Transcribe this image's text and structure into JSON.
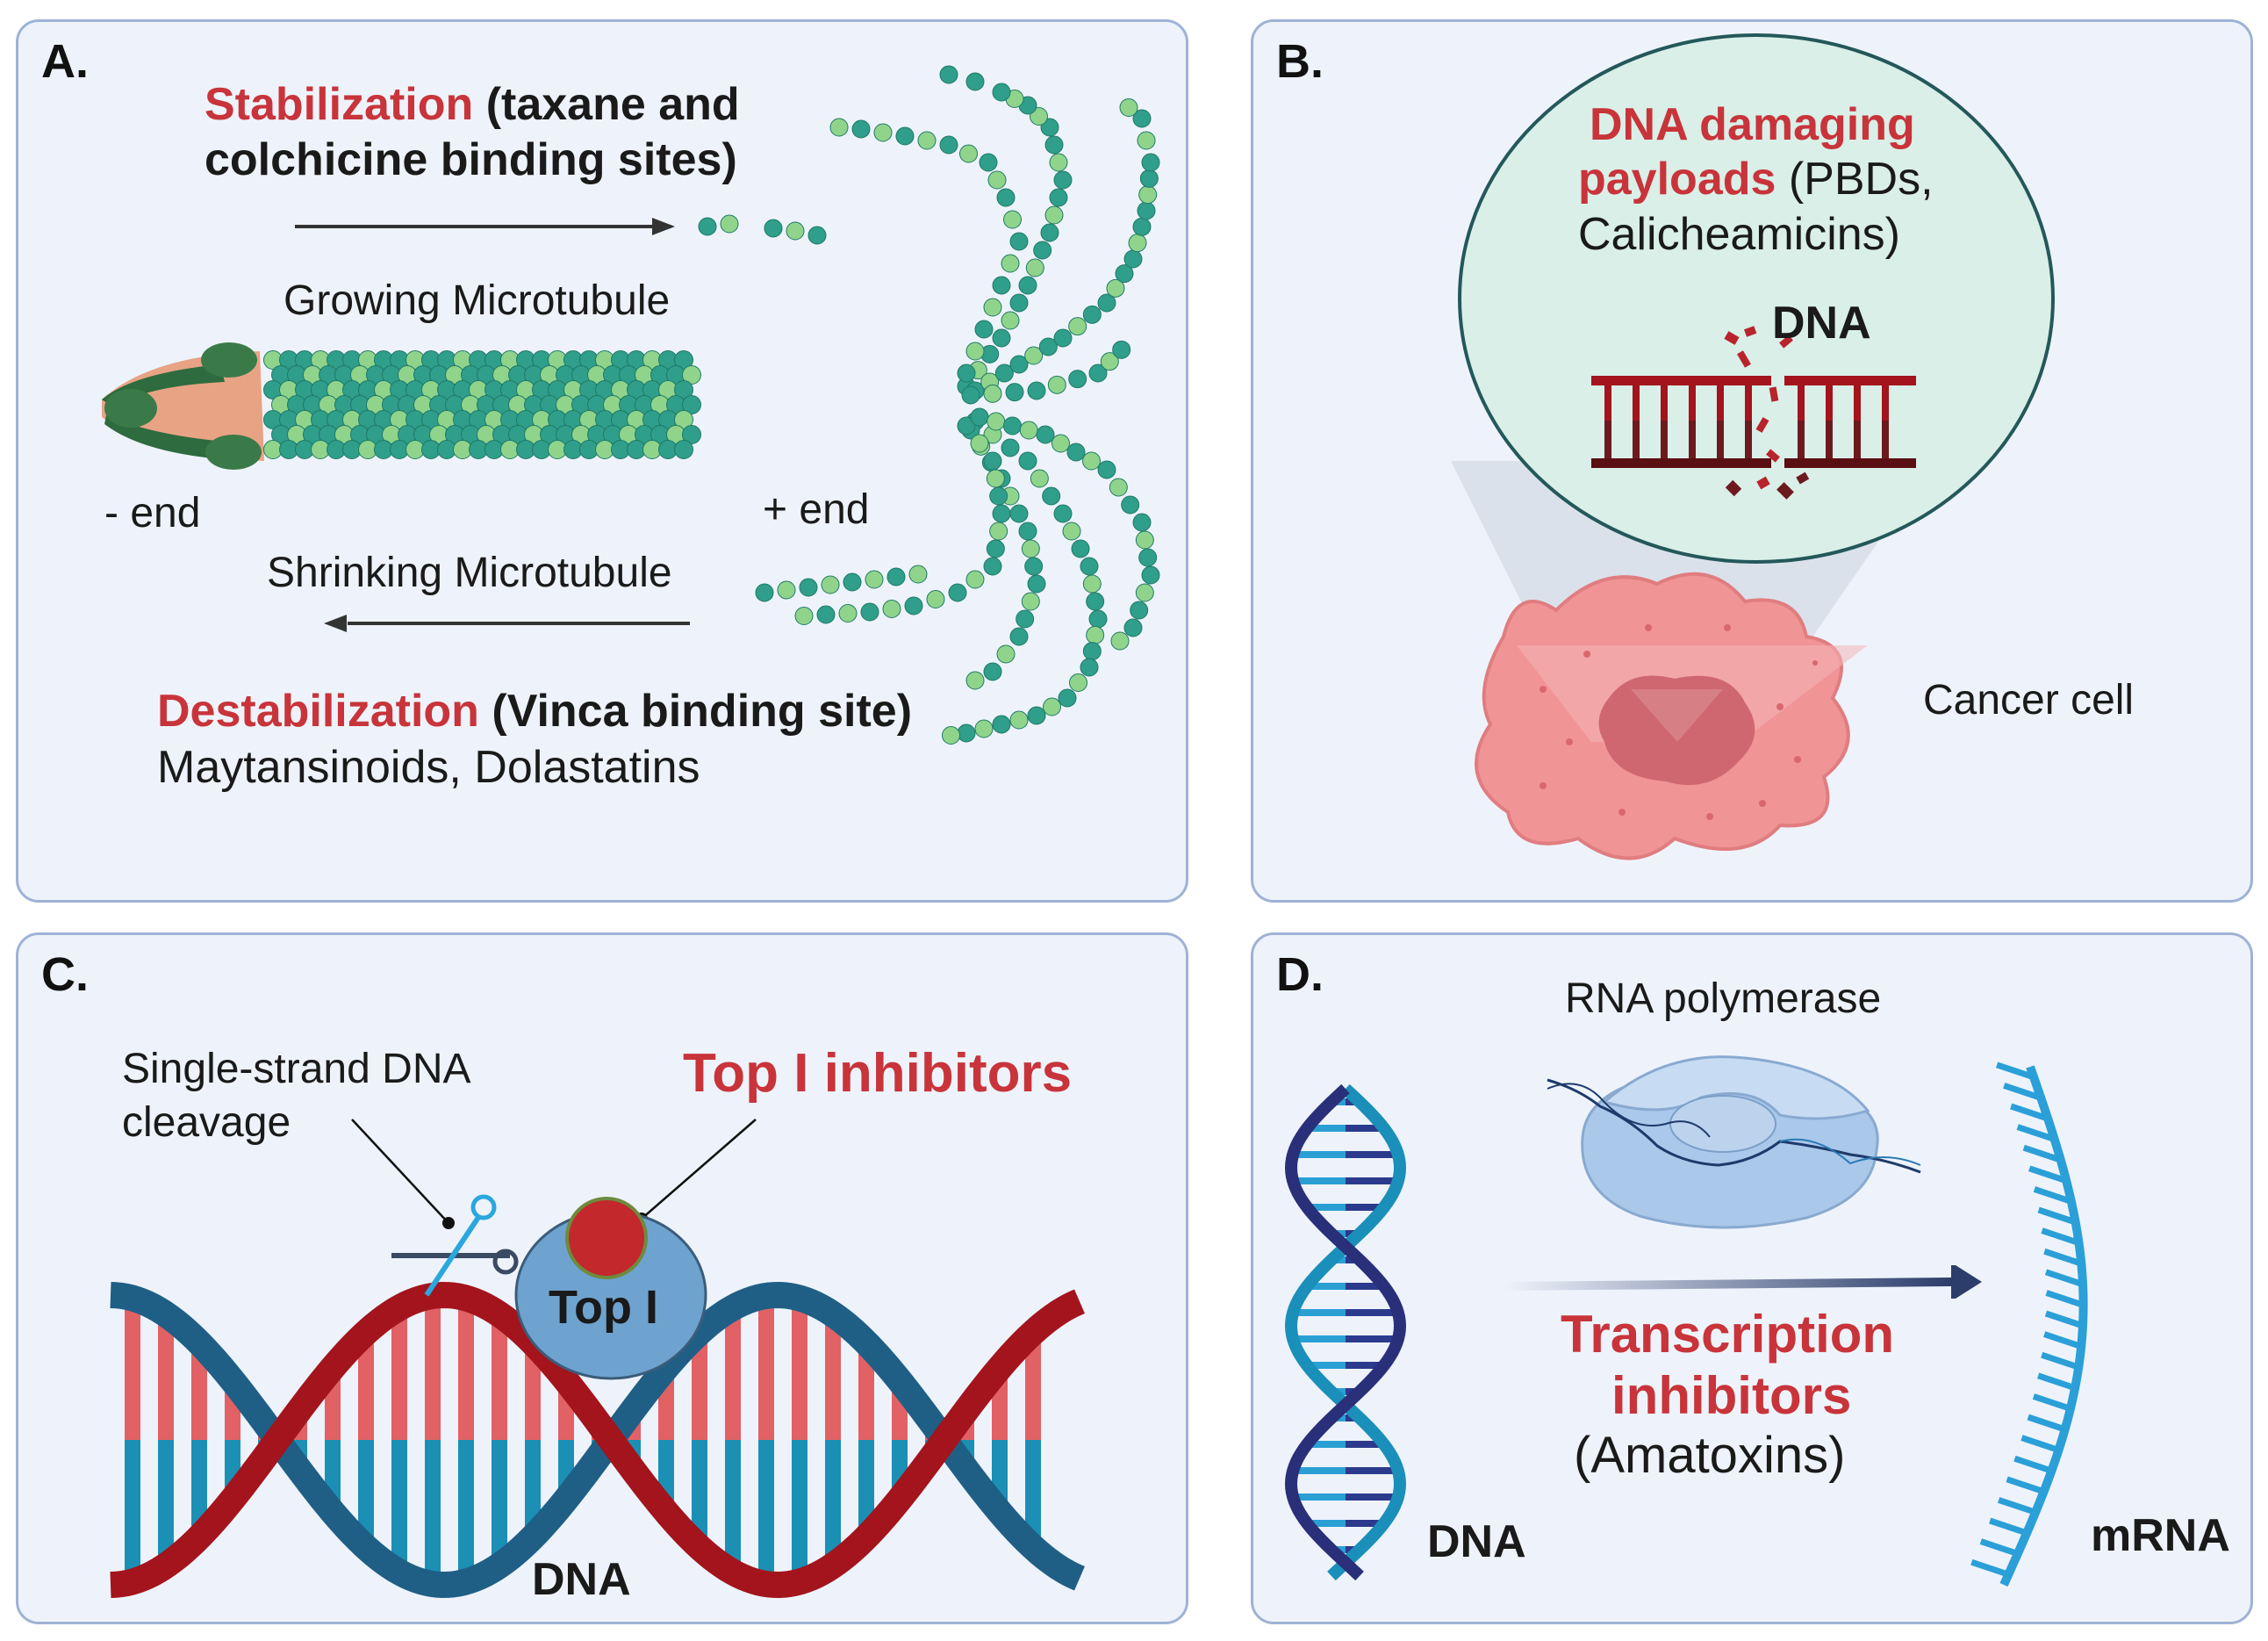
{
  "panelA": {
    "letter": "A.",
    "stab_red": "Stabilization",
    "stab_rest": " (taxane and",
    "stab_line2": "colchicine binding sites)",
    "growing": "Growing Microtubule",
    "minus_end": "- end",
    "plus_end": "+ end",
    "shrinking": "Shrinking Microtubule",
    "destab_red": "Destabilization",
    "destab_rest": " (Vinca binding site)",
    "destab_line2": "Maytansinoids, Dolastatins"
  },
  "panelB": {
    "letter": "B.",
    "payload_red1": "DNA damaging",
    "payload_red2": "payloads",
    "payload_rest": " (PBDs,",
    "payload_line3": "Calicheamicins)",
    "dna": "DNA",
    "cancer_cell": "Cancer cell"
  },
  "panelC": {
    "letter": "C.",
    "cleavage_line1": "Single-strand DNA",
    "cleavage_line2": "cleavage",
    "top1_inhibitors": "Top I inhibitors",
    "top1": "Top I",
    "dna": "DNA"
  },
  "panelD": {
    "letter": "D.",
    "rna_polymerase": "RNA polymerase",
    "transcription1": "Transcription",
    "transcription2": "inhibitors",
    "amatoxins": "(Amatoxins)",
    "dna": "DNA",
    "mrna": "mRNA"
  },
  "colors": {
    "panel_bg": "#eef3fb",
    "panel_border": "#9fb2d6",
    "accent_red": "#c8343a",
    "tubulin_dark": "#2f9e8a",
    "tubulin_light": "#8fd48a",
    "dna_red": "#a3141c",
    "dna_blue": "#1f5f86",
    "cell_pink": "#f08f92",
    "mrna_blue": "#2b9fd8"
  },
  "icons": [
    "microtubule",
    "dna-helix",
    "scissors-icon",
    "cancer-cell",
    "rna-polymerase",
    "mrna-strand"
  ]
}
